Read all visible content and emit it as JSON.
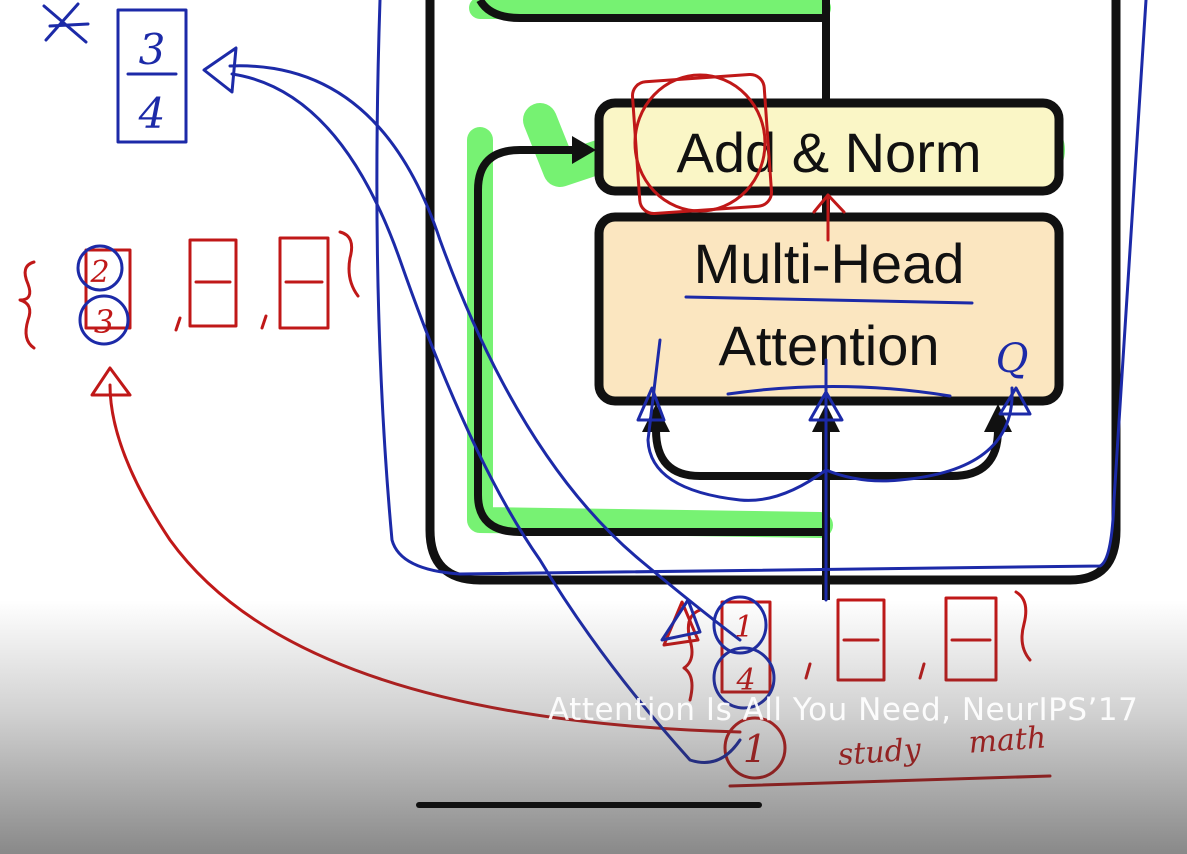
{
  "diagram": {
    "add_norm_label": "Add & Norm",
    "attention_label_line1": "Multi-Head",
    "attention_label_line2": "Attention",
    "query_marker": "Q",
    "annotations": {
      "fraction_numerator": "3",
      "fraction_denominator": "4",
      "top_vector_value_1": "2",
      "top_vector_value_2": "3",
      "bottom_vector_value_1": "1",
      "bottom_vector_value_2": "4",
      "bottom_token_index": "1",
      "word_1": "study",
      "word_2": "math"
    },
    "colors": {
      "block_outline": "#111111",
      "add_norm_fill": "#faf6c6",
      "attention_fill": "#fbe6c0",
      "highlight": "#5ff05a",
      "ink_red": "#c01818",
      "ink_blue": "#1c2aa8"
    }
  },
  "caption": "Attention Is All You Need, NeurIPS’17"
}
